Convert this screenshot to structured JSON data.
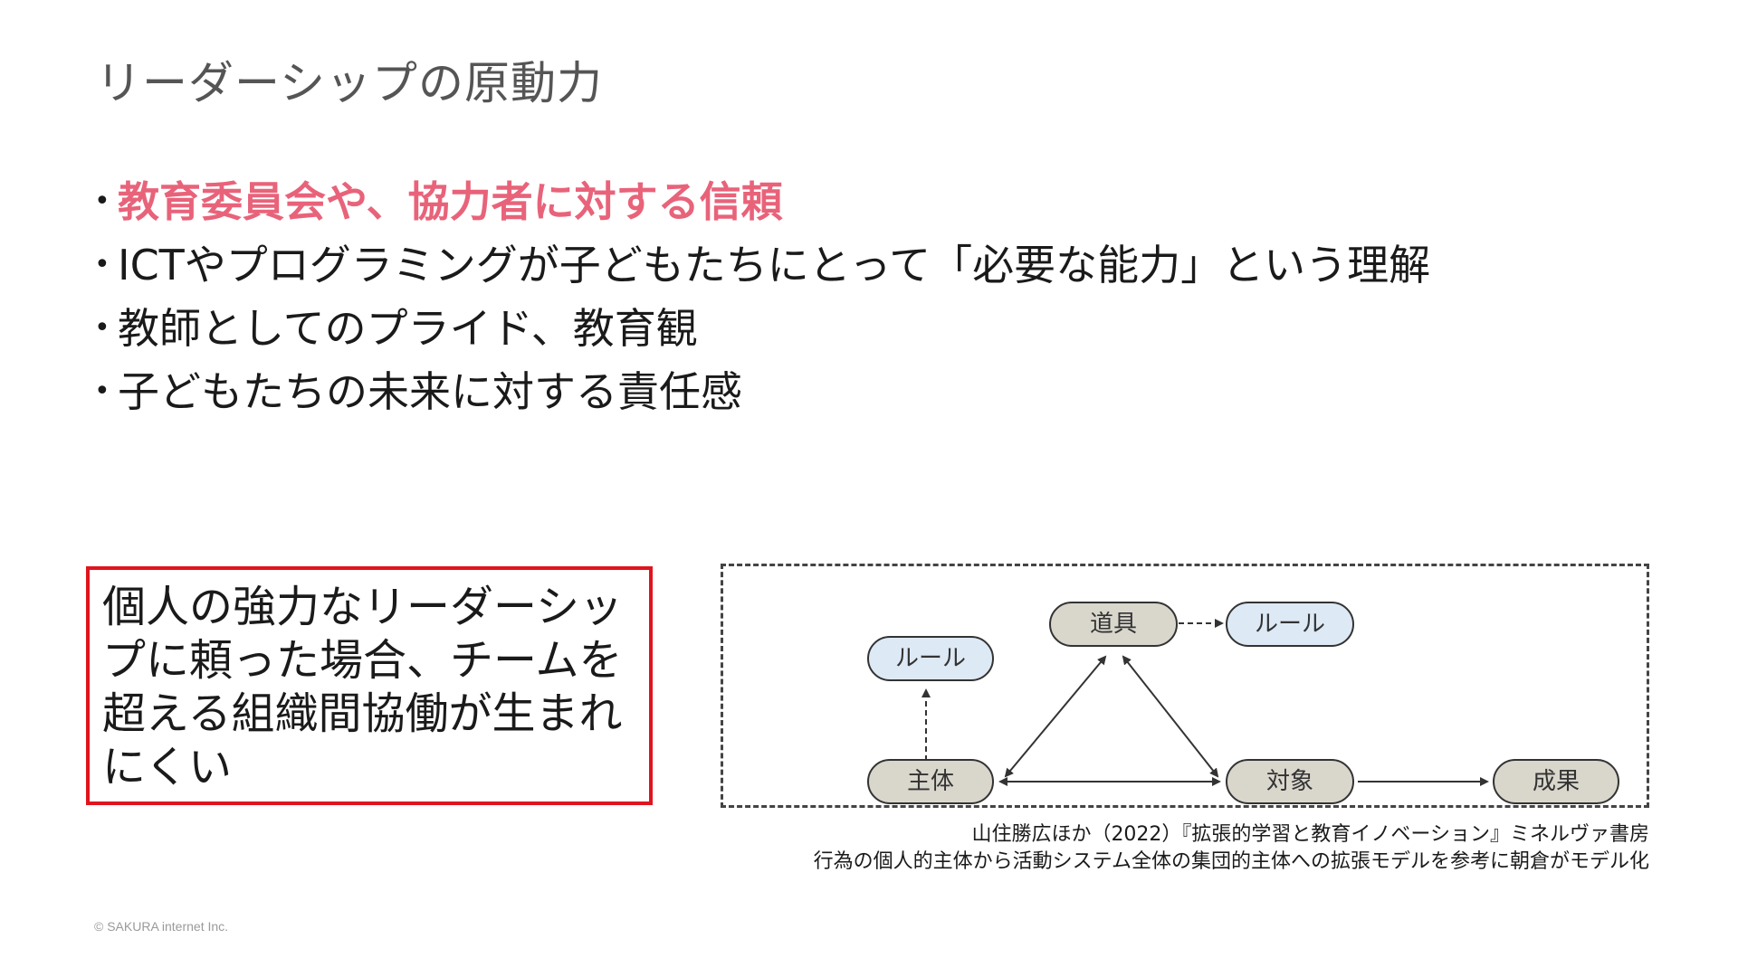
{
  "slide": {
    "title": "リーダーシップの原動力"
  },
  "bullets": {
    "dot": "•",
    "items": [
      "教育委員会や、協力者に対する信頼",
      "ICTやプログラミングが子どもたちにとって「必要な能力」という理解",
      "教師としてのプライド、教育観",
      "子どもたちの未来に対する責任感"
    ]
  },
  "note": {
    "text": "個人の強力なリーダーシップに頼った場合、チームを超える組織間協働が生まれにくい"
  },
  "diagram": {
    "nodes": {
      "tool": "道具",
      "rule_top": "ルール",
      "rule_left": "ルール",
      "subject": "主体",
      "object": "対象",
      "outcome": "成果"
    }
  },
  "caption": {
    "line1": "山住勝広ほか（2022）『拡張的学習と教育イノベーション』ミネルヴァ書房",
    "line2": "行為の個人的主体から活動システム全体の集団的主体への拡張モデルを参考に朝倉がモデル化"
  },
  "footer": {
    "copyright": "© SAKURA internet Inc."
  },
  "colors": {
    "highlight": "#e8637a",
    "box_border": "#e0141e",
    "node_gray": "#d9d6cc",
    "node_blue": "#dde9f5"
  }
}
